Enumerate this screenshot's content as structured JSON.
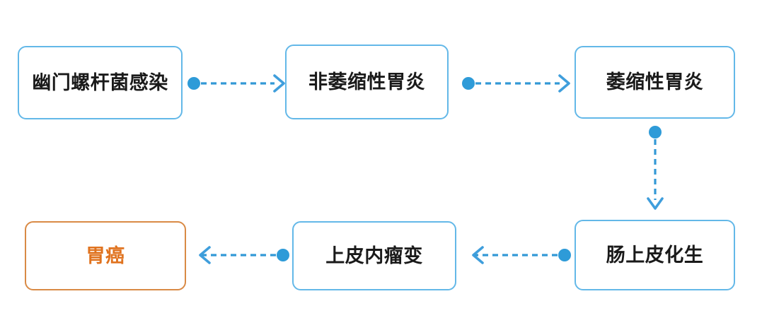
{
  "diagram": {
    "type": "flowchart",
    "title_text": "",
    "colors": {
      "node_border_blue": "#63B8E8",
      "node_border_orange": "#D98A45",
      "node_text_default": "#1A1A1A",
      "node_text_highlight": "#E0731F",
      "connector_line": "#3399D6",
      "connector_dot": "#2E9BD8",
      "connector_arrow": "#3F9EDC",
      "background": "#FFFFFF"
    },
    "nodes": [
      {
        "id": "hp",
        "label": "幽门螺杆菌感染",
        "style": "blue",
        "row": 1,
        "col": 1
      },
      {
        "id": "nag",
        "label": "非萎缩性胃炎",
        "style": "blue",
        "row": 1,
        "col": 2
      },
      {
        "id": "ag",
        "label": "萎缩性胃炎",
        "style": "blue",
        "row": 1,
        "col": 3
      },
      {
        "id": "im",
        "label": "肠上皮化生",
        "style": "blue",
        "row": 2,
        "col": 3
      },
      {
        "id": "in",
        "label": "上皮内瘤变",
        "style": "blue",
        "row": 2,
        "col": 2
      },
      {
        "id": "gc",
        "label": "胃癌",
        "style": "orange",
        "row": 2,
        "col": 1
      }
    ],
    "edges": [
      {
        "from": "hp",
        "to": "nag",
        "direction": "right",
        "style": "dashed"
      },
      {
        "from": "nag",
        "to": "ag",
        "direction": "right",
        "style": "dashed"
      },
      {
        "from": "ag",
        "to": "im",
        "direction": "down",
        "style": "dashed"
      },
      {
        "from": "im",
        "to": "in",
        "direction": "left",
        "style": "dashed"
      },
      {
        "from": "in",
        "to": "gc",
        "direction": "left",
        "style": "dashed"
      }
    ]
  }
}
